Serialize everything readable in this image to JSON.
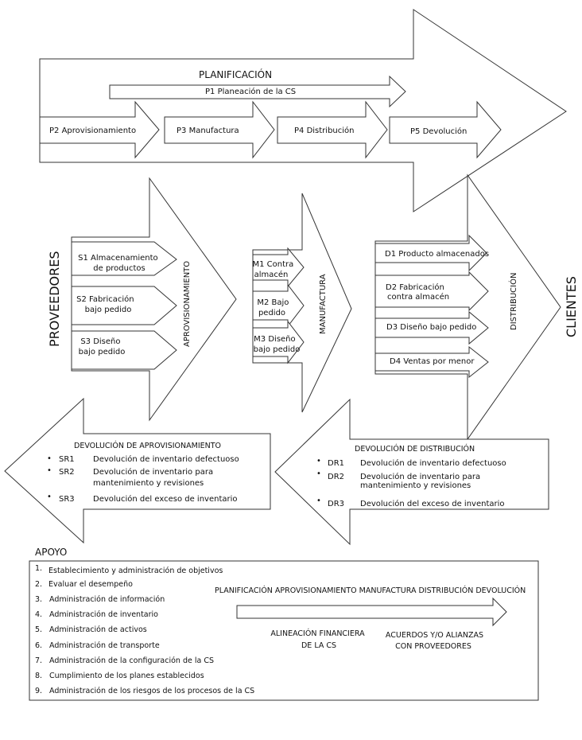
{
  "planning": {
    "title": "PLANIFICACIÓN",
    "p1": "P1      Planeación de la CS",
    "p2": "P2      Aprovisionamiento",
    "p3": "P3      Manufactura",
    "p4": "P4      Distribución",
    "p5": "P5    Devolución"
  },
  "suppliers_label": "PROVEEDORES",
  "customers_label": "CLIENTES",
  "sourcing": {
    "title": "APROVISIONAMIENTO",
    "s1": [
      "S1 Almacenamiento",
      "de productos"
    ],
    "s2": [
      "S2 Fabricación",
      "bajo pedido"
    ],
    "s3": [
      "S3 Diseño",
      "bajo pedido"
    ]
  },
  "make": {
    "title": "MANUFACTURA",
    "m1": [
      "M1 Contra",
      "almacén"
    ],
    "m2": [
      "M2 Bajo",
      "pedido"
    ],
    "m3": [
      "M3 Diseño",
      "bajo pedido"
    ]
  },
  "deliver": {
    "title": "DISTRIBUCIÓN",
    "d1": [
      "D1 Producto almacenados"
    ],
    "d2": [
      "D2  Fabricación",
      "contra almacén"
    ],
    "d3": [
      "D3   Diseño bajo pedido"
    ],
    "d4": [
      "D4  Ventas por menor"
    ]
  },
  "source_return": {
    "title": "DEVOLUCIÓN DE APROVISIONAMIENTO",
    "items": [
      {
        "bullet": "•",
        "code": "SR1",
        "lines": [
          "Devolución de inventario defectuoso"
        ]
      },
      {
        "bullet": "•",
        "code": "SR2",
        "lines": [
          "Devolución de inventario para",
          "mantenimiento y revisiones"
        ]
      },
      {
        "bullet": "•",
        "code": "SR3",
        "lines": [
          "Devolución del exceso de inventario"
        ]
      }
    ]
  },
  "deliver_return": {
    "title": "DEVOLUCIÓN DE DISTRIBUCIÓN",
    "items": [
      {
        "bullet": "•",
        "code": "DR1",
        "lines": [
          "Devolución de inventario defectuoso"
        ]
      },
      {
        "bullet": "•",
        "code": "DR2",
        "lines": [
          "Devolución de inventario para",
          "mantenimiento y revisiones"
        ]
      },
      {
        "bullet": "•",
        "code": "DR3",
        "lines": [
          "Devolución del exceso de inventario"
        ]
      }
    ]
  },
  "support": {
    "title": "APOYO",
    "items": [
      {
        "num": "1.",
        "text": "Establecimiento y administración de objetivos"
      },
      {
        "num": "2.",
        "text": "Evaluar el desempeño"
      },
      {
        "num": "3.",
        "text": "Administración de información"
      },
      {
        "num": "4.",
        "text": "Administración de inventario"
      },
      {
        "num": "5.",
        "text": "Administración de activos"
      },
      {
        "num": "6.",
        "text": "Administración de transporte"
      },
      {
        "num": "7.",
        "text": "Administración de la configuración de la CS"
      },
      {
        "num": "8.",
        "text": "Cumplimiento de los planes establecidos"
      },
      {
        "num": "9.",
        "text": "Administración de los riesgos de los procesos de la CS"
      }
    ],
    "processes": "PLANIFICACIÓN   APROVISIONAMIENTO   MANUFACTURA  DISTRIBUCIÓN  DEVOLUCIÓN",
    "financial": [
      "ALINEACIÓN FINANCIERA",
      "DE LA CS"
    ],
    "agreements": [
      "ACUERDOS Y/O ALIANZAS",
      "CON PROVEEDORES"
    ]
  }
}
